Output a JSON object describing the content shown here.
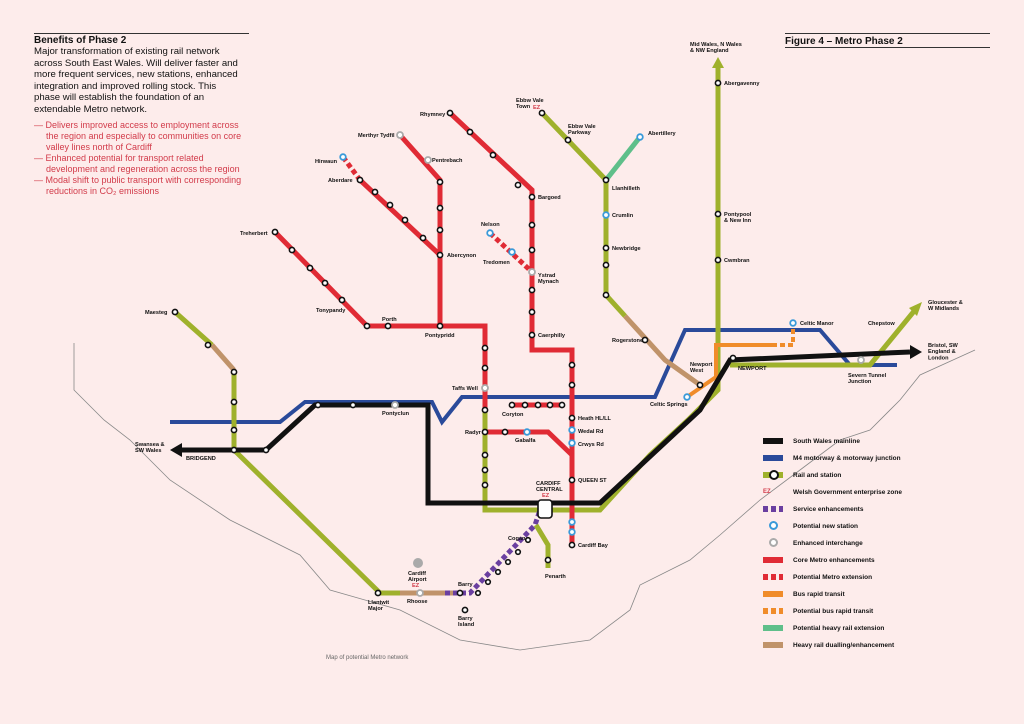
{
  "heading": "Benefits of Phase 2",
  "intro": "Major transformation of existing rail network across South East Wales. Will deliver faster and more frequent services, new stations, enhanced integration and improved rolling stock. This phase will establish the foundation of an extendable Metro network.",
  "benefits": [
    "— Delivers improved access to employment across the region and especially to communities on core valley lines north of Cardiff",
    "— Enhanced potential for transport related development and regeneration across the region",
    "— Modal shift to public transport with corresponding reductions in CO₂ emissions"
  ],
  "figure_title": "Figure 4 – Metro Phase 2",
  "caption": "Map of potential Metro network",
  "colors": {
    "mainline": "#111111",
    "m4": "#2a4a9a",
    "core": "#e02b35",
    "brt": "#f08c2a",
    "heavy_ext": "#5fbf8a",
    "dualling": "#c0936a",
    "service": "#6a3fa0",
    "valley": "#9fb12c",
    "station_new": "#3a9ad9",
    "interchange": "#aaaaaa"
  },
  "legend": [
    {
      "key": "mainline",
      "label": "South Wales mainline"
    },
    {
      "key": "m4",
      "label": "M4 motorway & motorway junction"
    },
    {
      "key": "rail",
      "label": "Rail and station"
    },
    {
      "key": "ez",
      "label": "Welsh Government enterprise zone"
    },
    {
      "key": "service",
      "label": "Service enhancements"
    },
    {
      "key": "new_station",
      "label": "Potential new station"
    },
    {
      "key": "interchange",
      "label": "Enhanced interchange"
    },
    {
      "key": "core",
      "label": "Core Metro enhancements"
    },
    {
      "key": "core_ext",
      "label": "Potential Metro extension"
    },
    {
      "key": "brt",
      "label": "Bus rapid transit"
    },
    {
      "key": "brt_pot",
      "label": "Potential bus rapid transit"
    },
    {
      "key": "heavy_ext",
      "label": "Potential heavy rail extension"
    },
    {
      "key": "dualling",
      "label": "Heavy rail dualling/enhancement"
    }
  ],
  "ez_mark": "EZ",
  "stations": {
    "merthyr": "Merthyr Tydfil",
    "rhymney": "Rhymney",
    "pentrebach": "Pentrebach",
    "hirwaun": "Hirwaun",
    "aberdare": "Aberdare",
    "treherbert": "Treherbert",
    "abercynon": "Abercynon",
    "bargoed": "Bargoed",
    "nelson": "Nelson",
    "tredomen": "Tredomen",
    "ystrad": "Ystrad\nMynach",
    "caerphilly": "Caerphilly",
    "tonypandy": "Tonypandy",
    "porth": "Porth",
    "pontypridd": "Pontypridd",
    "taffswell": "Taffs Well",
    "coryton": "Coryton",
    "heath": "Heath HL/LL",
    "radyr": "Radyr",
    "gabalfa": "Gabalfa",
    "wedal": "Wedal Rd",
    "crwys": "Crwys Rd",
    "queenst": "QUEEN ST",
    "cardiffcentral": "CARDIFF\nCENTRAL",
    "cardiffbay": "Cardiff Bay",
    "cogan": "Cogan",
    "penarth": "Penarth",
    "barry": "Barry",
    "barryisland": "Barry\nIsland",
    "rhoose": "Rhoose",
    "airport": "Cardiff\nAirport",
    "llantwit": "Llantwit\nMajor",
    "bridgend": "BRIDGEND",
    "swansea": "Swansea &\nSW Wales",
    "maesteg": "Maesteg",
    "pontyclun": "Pontyclun",
    "ebbwtown": "Ebbw Vale\nTown",
    "ebbwparkway": "Ebbw Vale\nParkway",
    "abertillery": "Abertillery",
    "llanhilleth": "Llanhilleth",
    "crumlin": "Crumlin",
    "newbridge": "Newbridge",
    "rogerstone": "Rogerstone",
    "newportwest": "Newport\nWest",
    "celticsprings": "Celtic Springs",
    "newport": "NEWPORT",
    "celticmanor": "Celtic Manor",
    "chepstow": "Chepstow",
    "severn": "Severn Tunnel\nJunction",
    "midwales": "Mid Wales, N Wales\n& NW England",
    "abergavenny": "Abergavenny",
    "pontypool": "Pontypool\n& New Inn",
    "cwmbran": "Cwmbran",
    "gloucester": "Gloucester &\nW Midlands",
    "bristol": "Bristol, SW\nEngland &\nLondon"
  }
}
